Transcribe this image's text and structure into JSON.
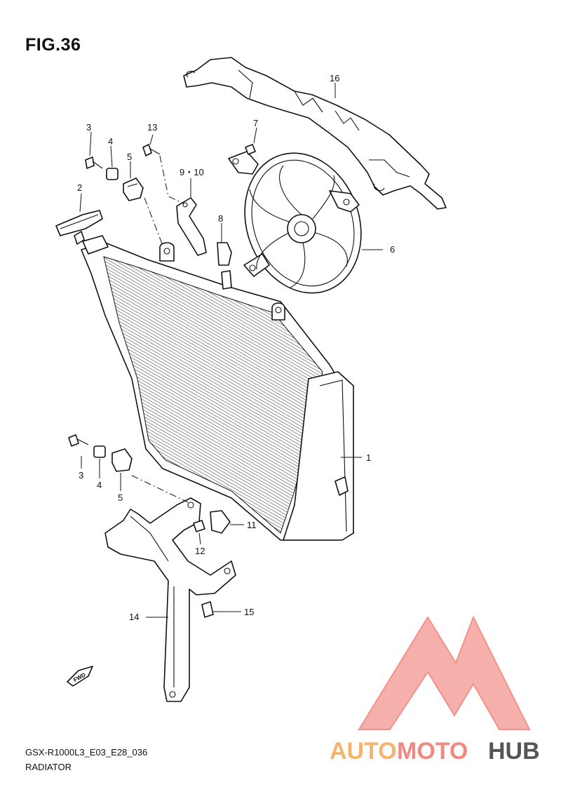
{
  "figure": {
    "title": "FIG.36"
  },
  "footer": {
    "model_code": "GSX-R1000L3_E03_E28_036",
    "section": "RADIATOR"
  },
  "direction_arrow": {
    "label": "FWD"
  },
  "watermark": {
    "part1": "AUTO",
    "part2": "MOTO",
    "part3": "HUB",
    "colors": {
      "auto": "#f6b36b",
      "moto": "#f08a80",
      "hub": "#555555",
      "logo": "#f07e78"
    }
  },
  "callouts": {
    "c1": "1",
    "c2": "2",
    "c3a": "3",
    "c3b": "3",
    "c4a": "4",
    "c4b": "4",
    "c5a": "5",
    "c5b": "5",
    "c6": "6",
    "c7": "7",
    "c8": "8",
    "c910": "9・10",
    "c11": "11",
    "c12": "12",
    "c13": "13",
    "c14": "14",
    "c15": "15",
    "c16": "16"
  }
}
